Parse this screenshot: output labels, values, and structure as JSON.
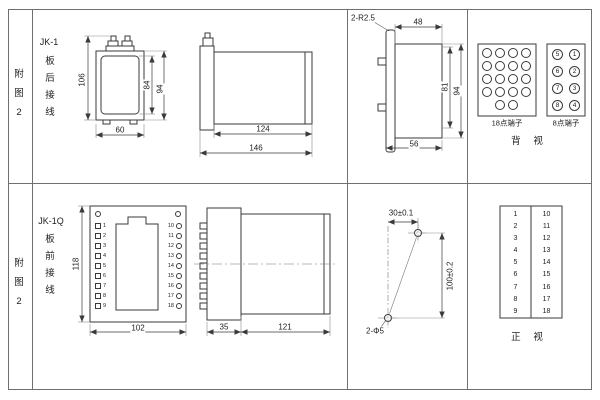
{
  "left_panel": {
    "fig_top": [
      "附",
      "图",
      "2"
    ],
    "model_top": "JK-1",
    "wiring_top": [
      "板",
      "后",
      "接",
      "线"
    ],
    "fig_bottom": [
      "附",
      "图",
      "2"
    ],
    "model_bottom": "JK-1Q",
    "wiring_bottom": [
      "板",
      "前",
      "接",
      "线"
    ]
  },
  "top_row": {
    "front_view": {
      "overall_height": "106",
      "inner_height": "84",
      "case_height": "94",
      "width": "60"
    },
    "side_view": {
      "body_length": "124",
      "overall_length": "146"
    },
    "section_view": {
      "corner_radius": "2-R2.5",
      "depth": "48",
      "height_inner": "81",
      "height_outer": "94",
      "bottom_width": "56"
    },
    "rear_view": {
      "view_label": "背 视",
      "terminal18_label": "18点端子",
      "terminal8_label": "8点端子",
      "terminal8_numbers": [
        "5",
        "1",
        "6",
        "2",
        "7",
        "3",
        "8",
        "4"
      ]
    }
  },
  "bottom_row": {
    "front_view": {
      "height": "118",
      "width": "102",
      "left_terminals": [
        "1",
        "2",
        "3",
        "4",
        "5",
        "6",
        "7",
        "8",
        "9"
      ],
      "right_terminals": [
        "10",
        "11",
        "12",
        "13",
        "14",
        "15",
        "16",
        "17",
        "18"
      ]
    },
    "side_view": {
      "flange_depth": "35",
      "body_depth": "121"
    },
    "mount_view": {
      "hole_spacing_h": "30±0.1",
      "hole_spacing_v": "100±0.2",
      "hole_label": "2-Φ5"
    },
    "table_view": {
      "view_label": "正 视",
      "col_left": [
        "1",
        "2",
        "3",
        "4",
        "5",
        "6",
        "7",
        "8",
        "9"
      ],
      "col_right": [
        "10",
        "11",
        "12",
        "13",
        "14",
        "15",
        "16",
        "17",
        "18"
      ]
    }
  }
}
